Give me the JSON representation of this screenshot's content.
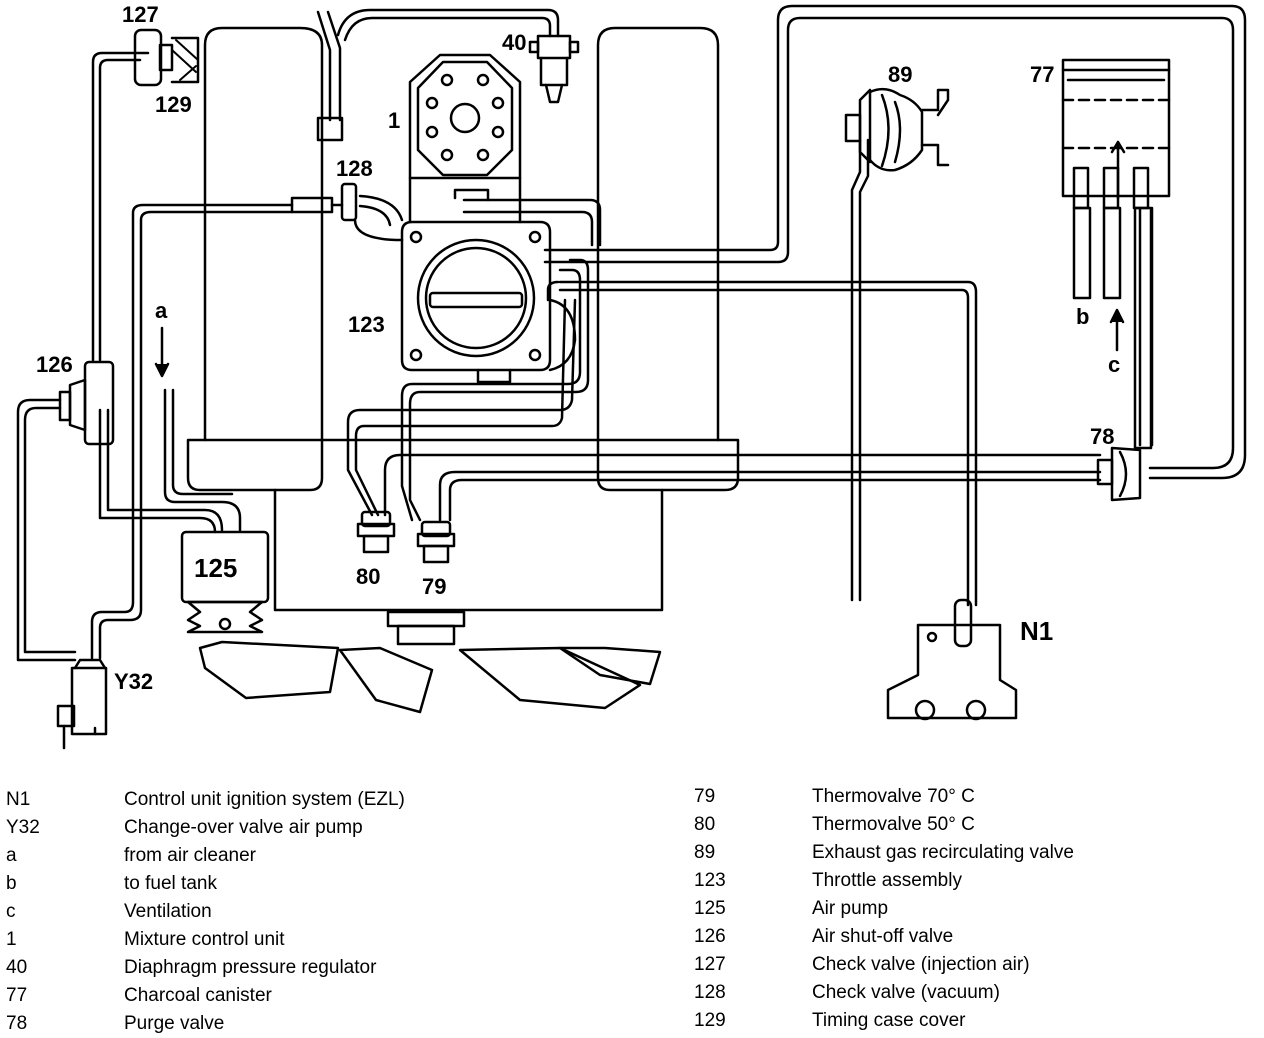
{
  "diagram": {
    "labels": {
      "l127": "127",
      "l129": "129",
      "l40": "40",
      "l1": "1",
      "l128": "128",
      "l89": "89",
      "l77": "77",
      "l123": "123",
      "la": "a",
      "lb": "b",
      "lc": "c",
      "l126": "126",
      "l78": "78",
      "l125": "125",
      "l80": "80",
      "l79": "79",
      "lN1": "N1",
      "lY32": "Y32"
    }
  },
  "legend": {
    "left": [
      {
        "key": "N1",
        "desc": "Control unit ignition system (EZL)"
      },
      {
        "key": "Y32",
        "desc": "Change-over valve air pump"
      },
      {
        "key": "a",
        "desc": "from air cleaner"
      },
      {
        "key": "b",
        "desc": "to fuel tank"
      },
      {
        "key": "c",
        "desc": "Ventilation"
      },
      {
        "key": "1",
        "desc": "Mixture control unit"
      },
      {
        "key": "40",
        "desc": "Diaphragm pressure regulator"
      },
      {
        "key": "77",
        "desc": "Charcoal canister"
      },
      {
        "key": "78",
        "desc": "Purge valve"
      }
    ],
    "right": [
      {
        "key": "79",
        "desc": "Thermovalve 70° C"
      },
      {
        "key": "80",
        "desc": "Thermovalve 50° C"
      },
      {
        "key": "89",
        "desc": "Exhaust gas recirculating valve"
      },
      {
        "key": "123",
        "desc": "Throttle assembly"
      },
      {
        "key": "125",
        "desc": "Air pump"
      },
      {
        "key": "126",
        "desc": "Air shut-off valve"
      },
      {
        "key": "127",
        "desc": "Check valve (injection air)"
      },
      {
        "key": "128",
        "desc": "Check valve (vacuum)"
      },
      {
        "key": "129",
        "desc": "Timing case cover"
      }
    ]
  }
}
